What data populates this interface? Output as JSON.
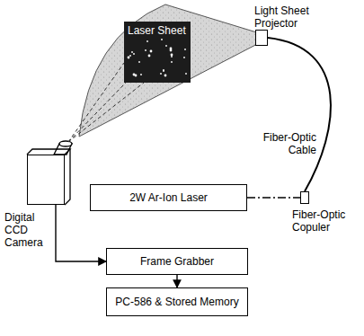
{
  "diagram": {
    "nodes": [
      {
        "text": [
          "Laser Sheet"
        ]
      },
      {
        "text": [
          "Light Sheet Projector"
        ]
      },
      {
        "text": [
          "Digital CCD Camera"
        ]
      },
      {
        "text": [
          "2W Ar-Ion Laser"
        ]
      },
      {
        "text": [
          "Fiber-Optic Copuler"
        ]
      },
      {
        "text": [
          "Frame Grabber"
        ]
      },
      {
        "text": [
          "PC-586 & Stored Memory"
        ]
      }
    ],
    "edges": [
      {
        "from": 3,
        "to": 4,
        "arrow": "none"
      },
      {
        "from": 4,
        "to": 1,
        "label": "Fiber-Optic Cable",
        "arrow": "none"
      },
      {
        "from": 2,
        "to": 5,
        "arrow": "to"
      },
      {
        "from": 5,
        "to": 6,
        "arrow": "to"
      }
    ]
  }
}
